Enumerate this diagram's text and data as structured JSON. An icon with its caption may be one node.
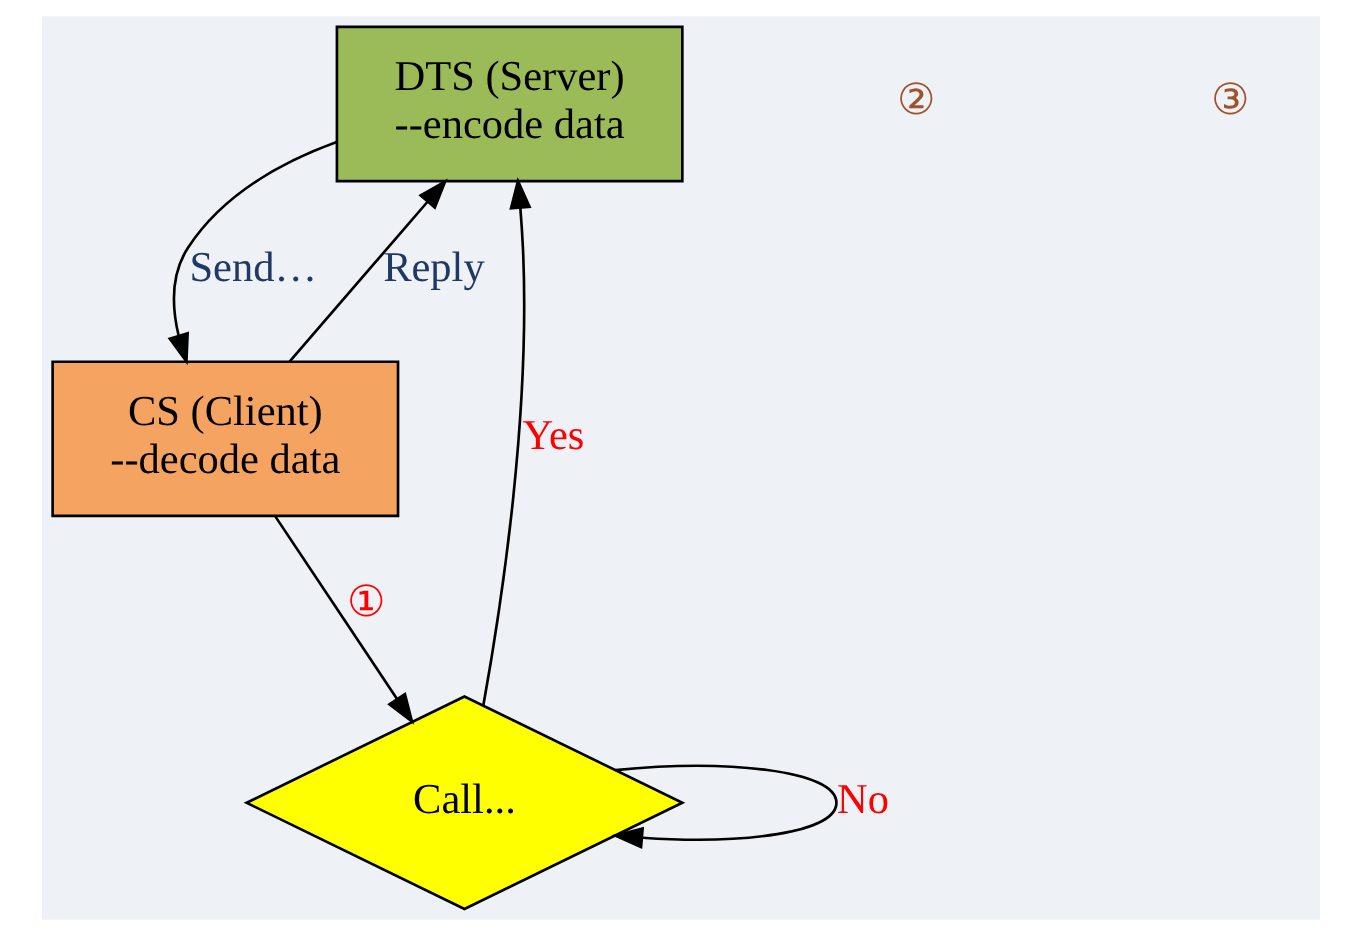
{
  "diagram": {
    "nodes": [
      {
        "text": [
          "DTS (Server)",
          "--encode data"
        ]
      },
      {
        "text": [
          "Call..."
        ]
      },
      {
        "text": [
          "CS (Client)",
          "--decode data"
        ]
      }
    ],
    "edges": [
      {
        "from": 2,
        "to": 1,
        "arrow": "to",
        "label": "①"
      },
      {
        "from": 1,
        "to": 0,
        "arrow": "to",
        "label": "Yes"
      },
      {
        "from": 1,
        "to": 1,
        "arrow": "to",
        "label": "No"
      },
      {
        "from": 0,
        "to": 2,
        "arrow": "to",
        "label": "Send…"
      },
      {
        "from": 2,
        "to": 0,
        "arrow": "to",
        "label": "Reply"
      }
    ],
    "labels": [
      "②",
      "③"
    ]
  }
}
